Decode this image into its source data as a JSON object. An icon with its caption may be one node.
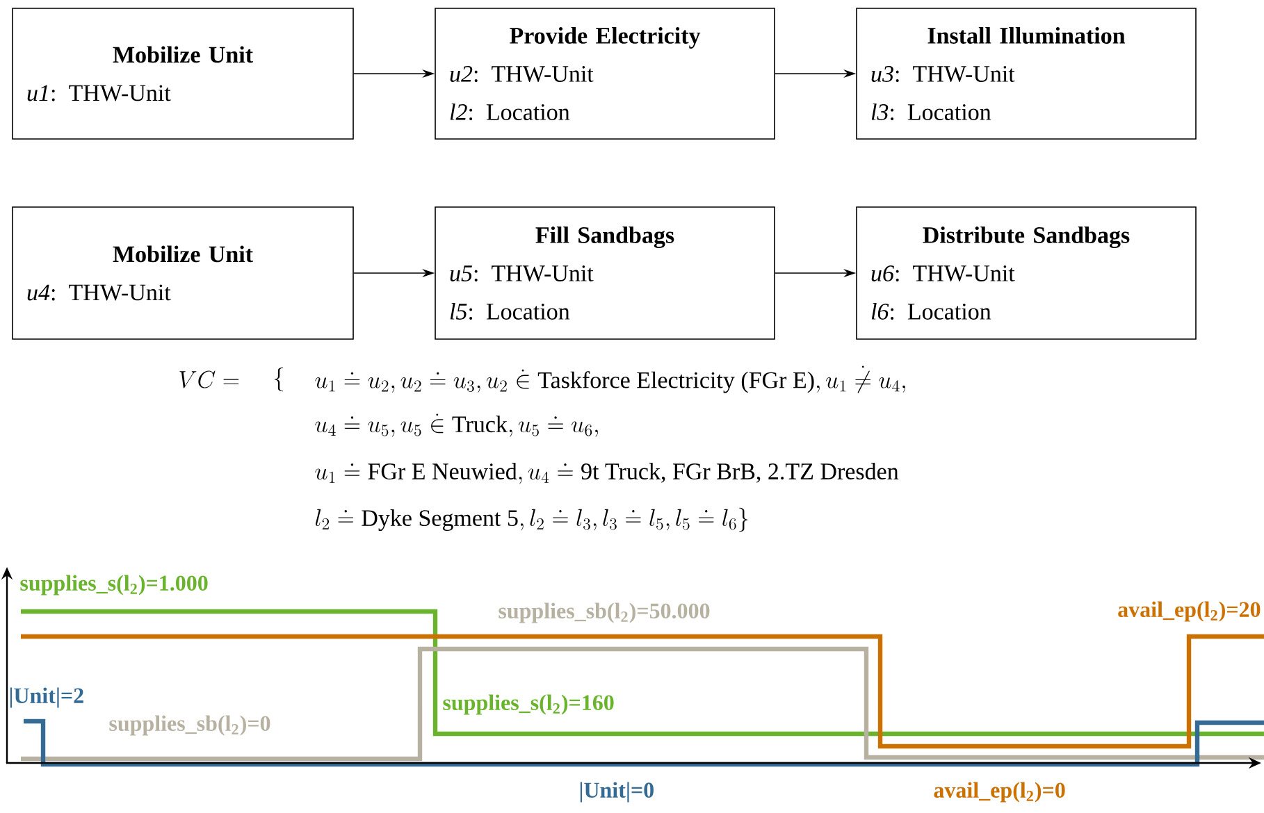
{
  "diagram": {
    "nodes": [
      {
        "text": [
          "Mobilize Unit",
          "*u1*: THW-Unit"
        ]
      },
      {
        "text": [
          "Provide Electricity",
          "*u2*: THW-Unit",
          "*l2*: Location"
        ]
      },
      {
        "text": [
          "Install Illumination",
          "*u3*: THW-Unit",
          "*l3*: Location"
        ]
      },
      {
        "text": [
          "Mobilize Unit",
          "*u4*: THW-Unit"
        ]
      },
      {
        "text": [
          "Fill Sandbags",
          "*u5*: THW-Unit",
          "*l5*: Location"
        ]
      },
      {
        "text": [
          "Distribute Sandbags",
          "*u6*: THW-Unit",
          "*l6*: Location"
        ]
      }
    ],
    "edges": [
      {
        "from": 0,
        "to": 1,
        "arrow": "to"
      },
      {
        "from": 1,
        "to": 2,
        "arrow": "to"
      },
      {
        "from": 3,
        "to": 4,
        "arrow": "to"
      },
      {
        "from": 4,
        "to": 5,
        "arrow": "to"
      }
    ],
    "labels": [
      "VC =",
      "\\{",
      "u_1 \\doteq u_2, u_2 \\doteq u_3, u_2 \\mathrel{\\dot{\\in}} \\text{Taskforce Electricity (FGr E)}, u_1 \\mathrel{\\dot{\\neq}} u_4,",
      "u_4 \\doteq u_5, u_5 \\mathrel{\\dot{\\in}} \\text{Truck}, u_5 \\doteq u_6,",
      "u_1 \\doteq \\text{FGr E Neuwied}, u_4 \\doteq \\text{9t Truck, FGr BrB, 2.TZ Dresden}",
      "l_2 \\doteq \\text{Dyke Segment 5}, l_2 \\doteq l_3, l_3 \\doteq l_5, l_5 \\doteq l_6\\}",
      "supplies_s(l$_{2}$)=1.000",
      "supplies_sb(l$_{2}$)=50.000",
      "avail_ep(l$_{2}$)=20",
      "|Unit|=2",
      "supplies_sb(l$_{2}$)=0",
      "supplies_s(l$_{2}$)=160",
      "|Unit|=0",
      "avail_ep(l$_{2}$)=0"
    ]
  }
}
